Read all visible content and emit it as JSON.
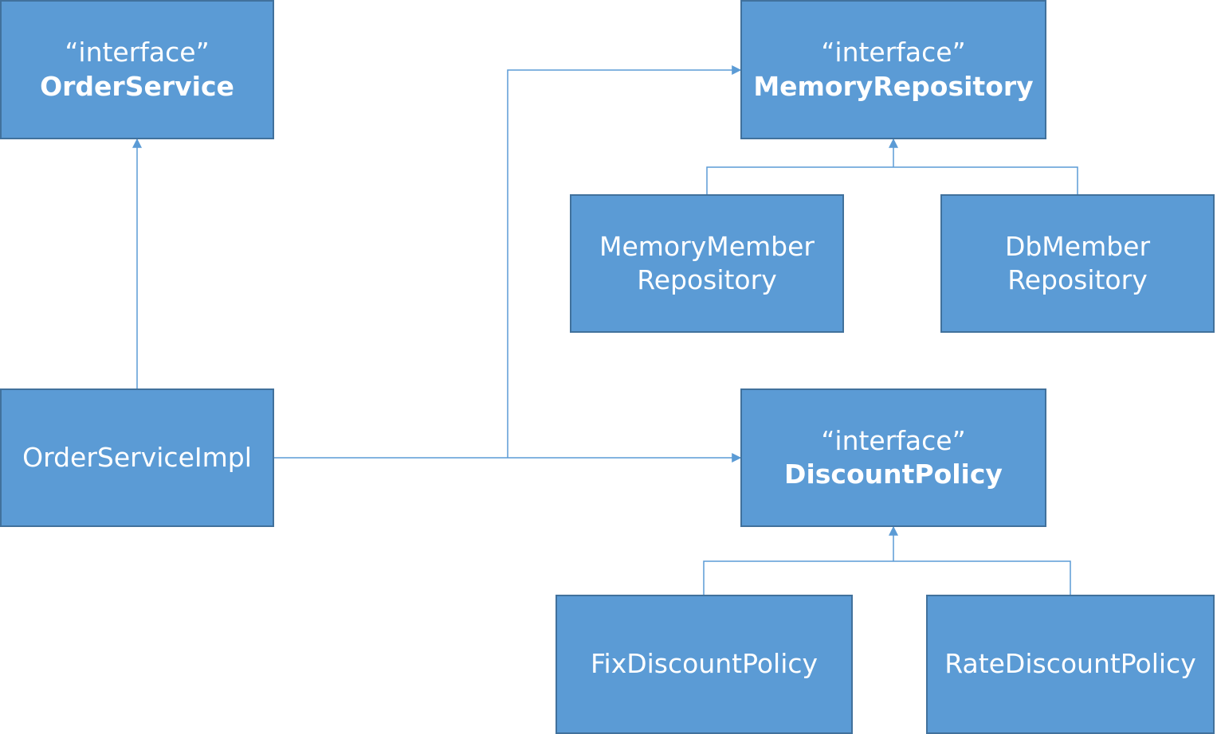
{
  "colors": {
    "box_fill": "#5b9bd5",
    "box_border": "#41719c",
    "connector": "#5b9bd5",
    "text": "#ffffff"
  },
  "nodes": {
    "order_service": {
      "stereotype": "“interface”",
      "name": "OrderService"
    },
    "memory_repository": {
      "stereotype": "“interface”",
      "name": "MemoryRepository"
    },
    "memory_member_repository": {
      "line1": "MemoryMember",
      "line2": "Repository"
    },
    "db_member_repository": {
      "line1": "DbMember",
      "line2": "Repository"
    },
    "order_service_impl": {
      "name": "OrderServiceImpl"
    },
    "discount_policy": {
      "stereotype": "“interface”",
      "name": "DiscountPolicy"
    },
    "fix_discount_policy": {
      "name": "FixDiscountPolicy"
    },
    "rate_discount_policy": {
      "name": "RateDiscountPolicy"
    }
  }
}
